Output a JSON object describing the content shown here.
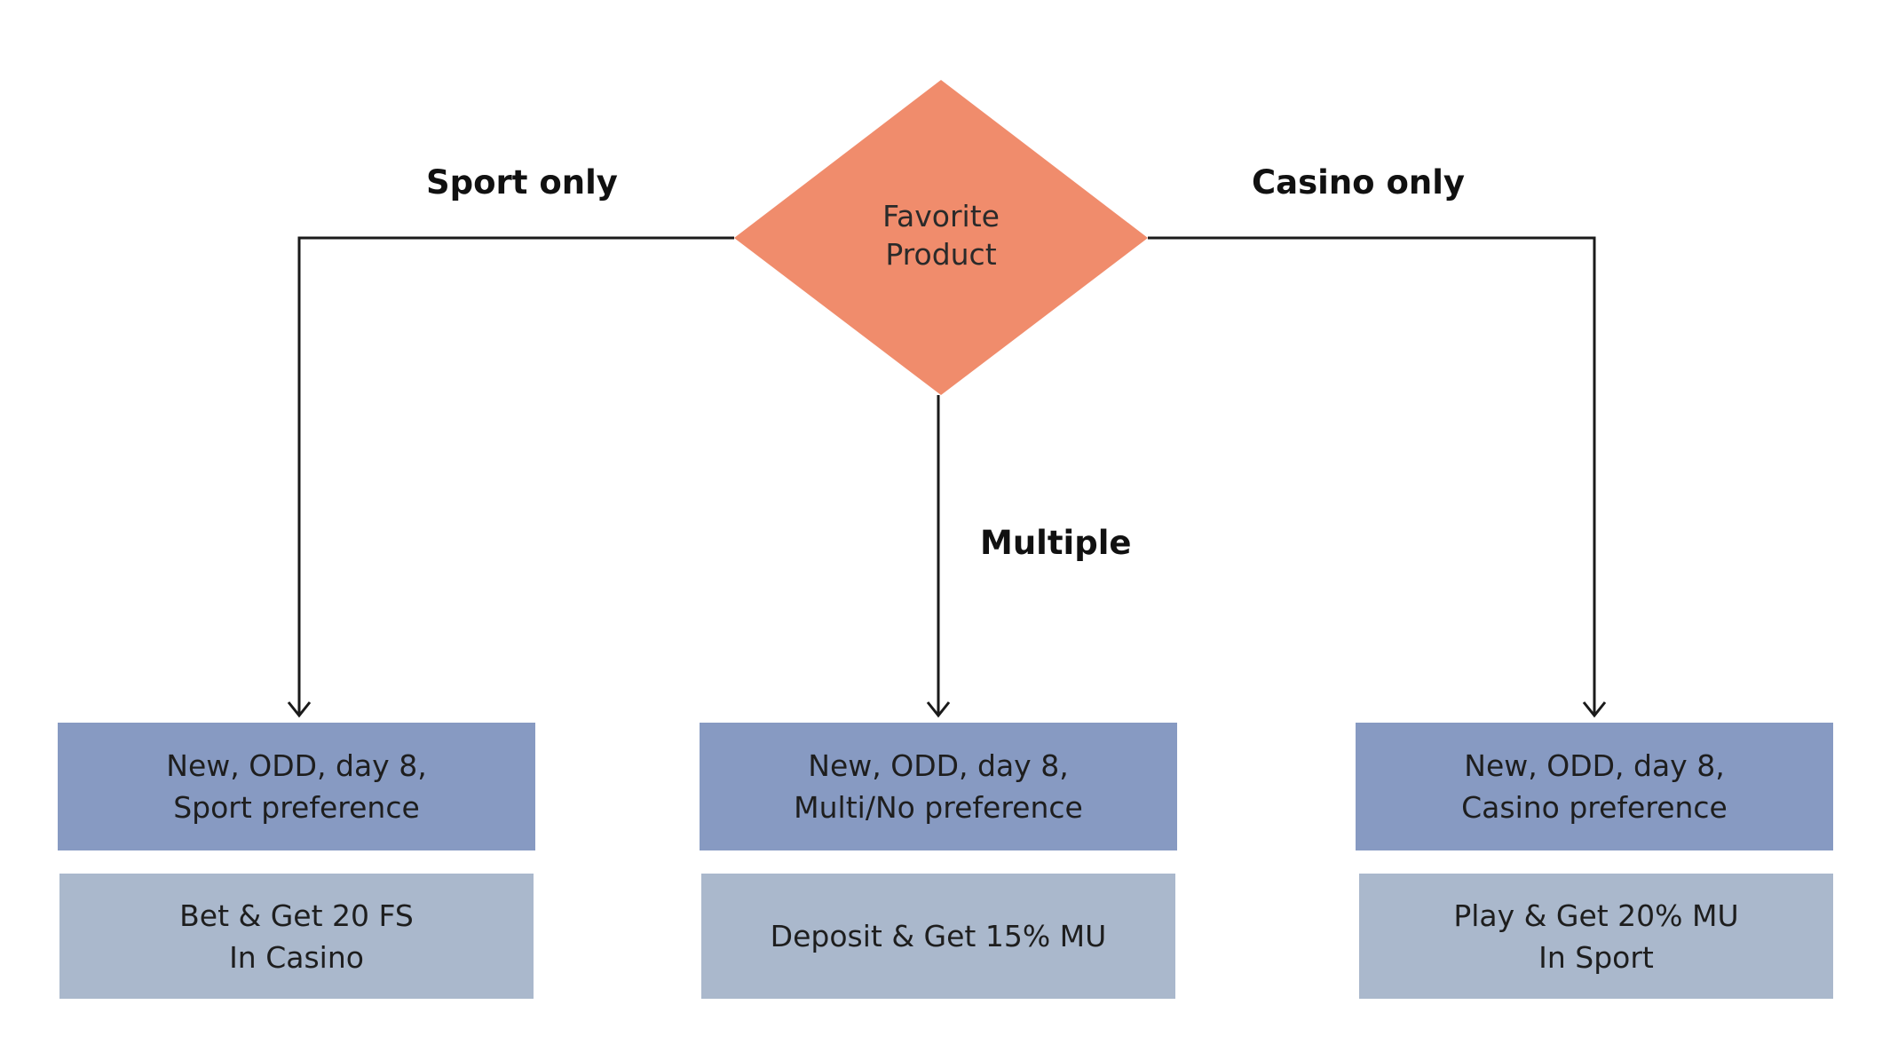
{
  "decision": {
    "line1": "Favorite",
    "line2": "Product"
  },
  "branches": {
    "left_label": "Sport only",
    "center_label": "Multiple",
    "right_label": "Casino only"
  },
  "segments": [
    {
      "line1": "New, ODD, day 8,",
      "line2": "Sport preference"
    },
    {
      "line1": "New, ODD, day 8,",
      "line2": "Multi/No preference"
    },
    {
      "line1": "New, ODD, day 8,",
      "line2": "Casino preference"
    }
  ],
  "offers": [
    {
      "line1": "Bet & Get 20 FS",
      "line2": "In Casino"
    },
    {
      "line1": "Deposit & Get 15% MU",
      "line2": ""
    },
    {
      "line1": "Play & Get 20% MU",
      "line2": "In Sport"
    }
  ],
  "colors": {
    "decision_fill": "#f08c6c",
    "segment_fill": "#879ac2",
    "offer_fill": "#aab8cc",
    "connector": "#1a1a1a"
  }
}
